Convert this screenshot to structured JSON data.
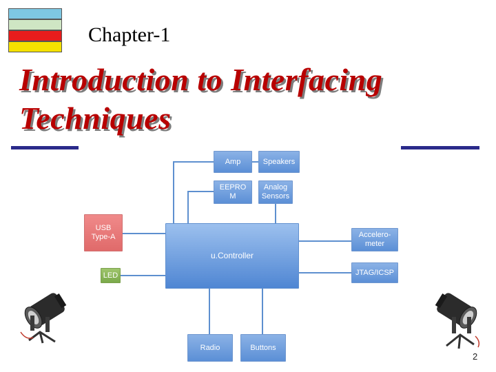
{
  "header": {
    "chapter": "Chapter-1",
    "title_line1": "Introduction to Interfacing",
    "title_line2": "Techniques"
  },
  "stripes": [
    "#7ec8e3",
    "#cfe6c4",
    "#e81c1c",
    "#f5e100"
  ],
  "diagram": {
    "amp": "Amp",
    "speakers": "Speakers",
    "eeprom_line1": "EEPRO",
    "eeprom_line2": "M",
    "analog_line1": "Analog",
    "analog_line2": "Sensors",
    "usb_line1": "USB",
    "usb_line2": "Type-A",
    "controller": "u.Controller",
    "accel_line1": "Accelero-",
    "accel_line2": "meter",
    "led": "LED",
    "jtag": "JTAG/ICSP",
    "radio": "Radio",
    "buttons": "Buttons"
  },
  "page_number": "2",
  "icons": [
    "stage-light-icon-left",
    "stage-light-icon-right"
  ]
}
